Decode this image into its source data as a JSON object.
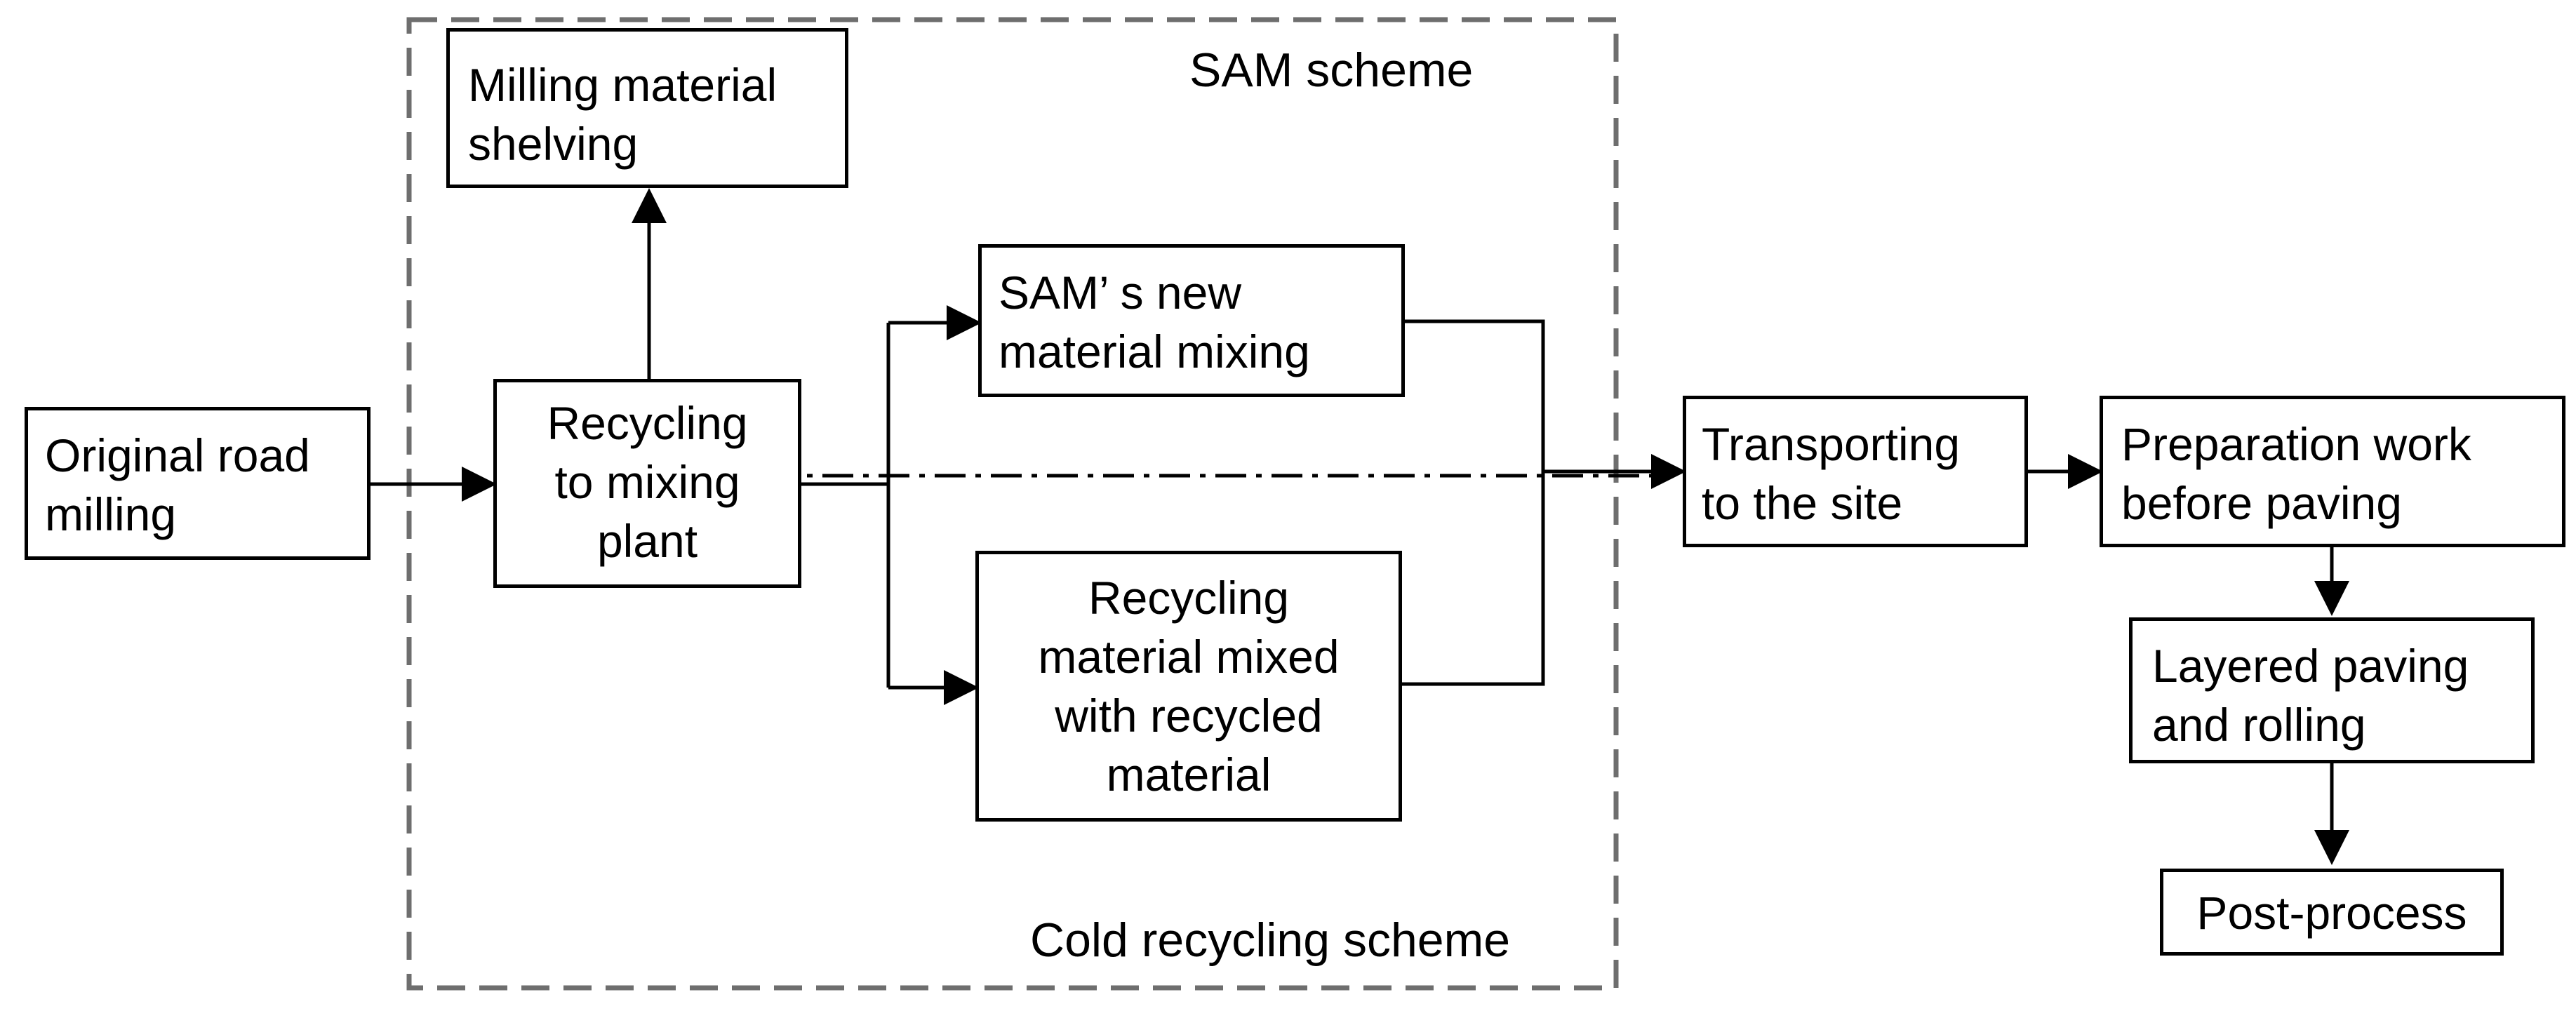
{
  "regions": {
    "top_label": "SAM scheme",
    "bottom_label": "Cold recycling scheme"
  },
  "nodes": {
    "original_road_milling": "Original road\nmilling",
    "milling_material_shelving": "Milling material\nshelving",
    "recycling_to_mixing_plant": "Recycling\nto mixing\nplant",
    "sam_new_material_mixing": "SAM’ s new\nmaterial mixing",
    "recycling_material_mixed": "Recycling\nmaterial mixed\nwith recycled\nmaterial",
    "transporting_to_site": "Transporting\nto the site",
    "preparation_work": "Preparation work\nbefore paving",
    "layered_paving_rolling": "Layered paving\nand rolling",
    "post_process": "Post-process"
  }
}
